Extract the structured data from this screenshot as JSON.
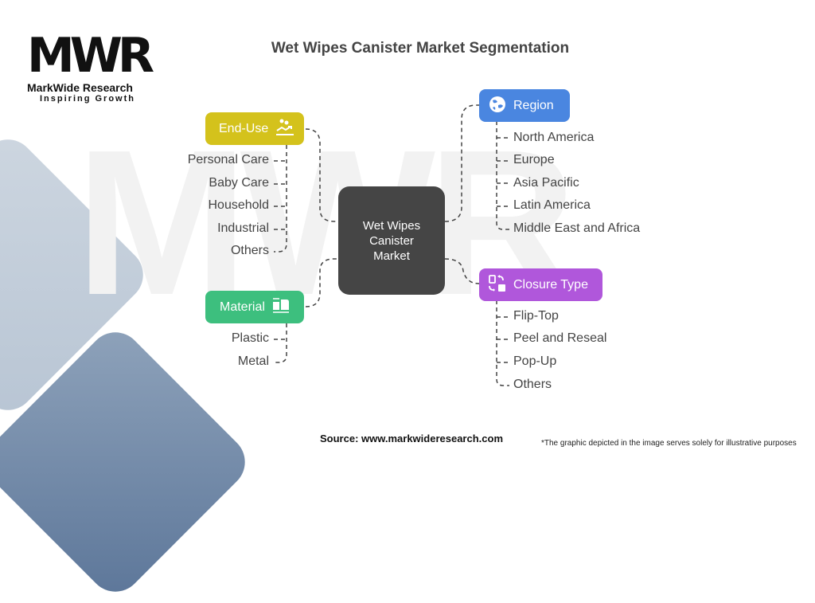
{
  "logo": {
    "mark": "MWR",
    "name": "MarkWide Research",
    "tagline": "Inspiring Growth"
  },
  "title": "Wet Wipes Canister Market Segmentation",
  "center": {
    "label": "Wet Wipes Canister Market",
    "lines": [
      "Wet Wipes",
      "Canister",
      "Market"
    ],
    "color": "#454545"
  },
  "segments": [
    {
      "id": "end-use",
      "label": "End-Use",
      "icon": "hands-wipe-icon",
      "color": "#d4c21c",
      "side": "left",
      "items": [
        "Personal Care",
        "Baby Care",
        "Household",
        "Industrial",
        "Others"
      ]
    },
    {
      "id": "material",
      "label": "Material",
      "icon": "material-blocks-icon",
      "color": "#3dbf7e",
      "side": "left",
      "items": [
        "Plastic",
        "Metal"
      ]
    },
    {
      "id": "region",
      "label": "Region",
      "icon": "globe-icon",
      "color": "#4a86e0",
      "side": "right",
      "items": [
        "North America",
        "Europe",
        "Asia Pacific",
        "Latin America",
        "Middle East and Africa"
      ]
    },
    {
      "id": "closure-type",
      "label": "Closure Type",
      "icon": "swap-box-icon",
      "color": "#b057db",
      "side": "right",
      "items": [
        "Flip-Top",
        "Peel and Reseal",
        "Pop-Up",
        "Others"
      ]
    }
  ],
  "footer": {
    "source": "Source: www.markwideresearch.com",
    "note": "*The graphic depicted in the image serves solely for illustrative purposes"
  }
}
